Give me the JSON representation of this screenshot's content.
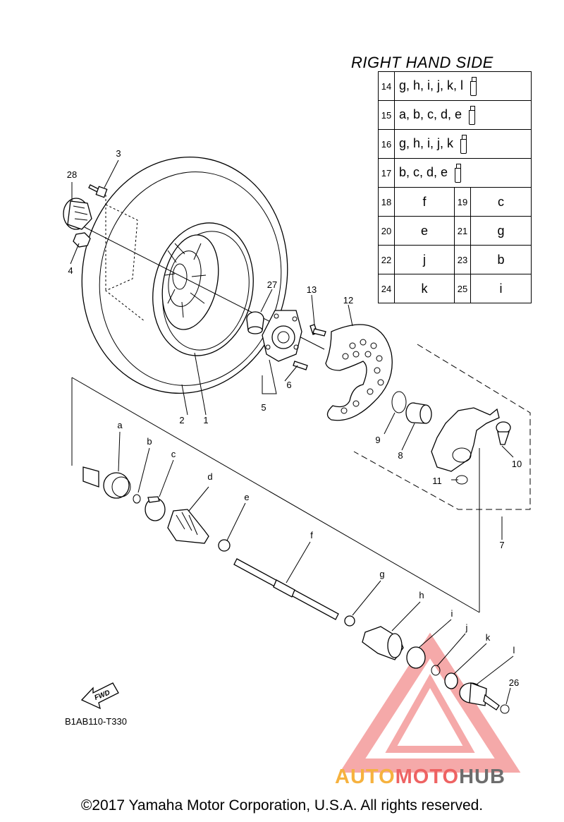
{
  "header": {
    "title": "RIGHT HAND SIDE"
  },
  "table": {
    "rows": [
      {
        "num": "14",
        "value": "g, h, i, j, k, l",
        "icon": "grease-tube-icon"
      },
      {
        "num": "15",
        "value": "a, b, c, d, e",
        "icon": "grease-tube-icon"
      },
      {
        "num": "16",
        "value": "g, h, i, j, k",
        "icon": "grease-tube-icon"
      },
      {
        "num": "17",
        "value": "b, c, d, e",
        "icon": "grease-tube-icon"
      }
    ],
    "pairs": [
      {
        "num1": "18",
        "val1": "f",
        "num2": "19",
        "val2": "c"
      },
      {
        "num1": "20",
        "val1": "e",
        "num2": "21",
        "val2": "g"
      },
      {
        "num1": "22",
        "val1": "j",
        "num2": "23",
        "val2": "b"
      },
      {
        "num1": "24",
        "val1": "k",
        "num2": "25",
        "val2": "i"
      }
    ]
  },
  "callouts": {
    "n1": "1",
    "n2": "2",
    "n3": "3",
    "n4": "4",
    "n5": "5",
    "n6": "6",
    "n7": "7",
    "n8": "8",
    "n9": "9",
    "n10": "10",
    "n11": "11",
    "n12": "12",
    "n13": "13",
    "n26": "26",
    "n27": "27",
    "n28": "28",
    "a": "a",
    "b": "b",
    "c": "c",
    "d": "d",
    "e": "e",
    "f": "f",
    "g": "g",
    "h": "h",
    "i": "i",
    "j": "j",
    "k": "k",
    "l": "l"
  },
  "fwd_label": "FWD",
  "diagram_code": "B1AB110-T330",
  "copyright": "©2017 Yamaha Motor Corporation, U.S.A. All rights reserved.",
  "brand": {
    "part1": "AUTO",
    "part2": "MOTO",
    "part3": "HUB"
  },
  "colors": {
    "watermark_red": "#ee6363",
    "watermark_orange": "#f6b23f",
    "watermark_gray": "#6d6d6d"
  }
}
